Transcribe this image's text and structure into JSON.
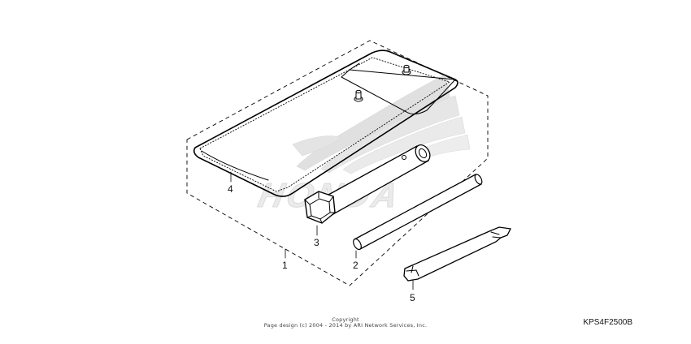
{
  "callouts": {
    "c1": "1",
    "c2": "2",
    "c3": "3",
    "c4": "4",
    "c5": "5"
  },
  "watermark": {
    "brand": "HONDA"
  },
  "footer": {
    "copyright_title": "Copyright",
    "copyright_line": "Page design (c) 2004 - 2014 by ARI Network Services, Inc.",
    "part_code": "KPS4F2500B"
  }
}
